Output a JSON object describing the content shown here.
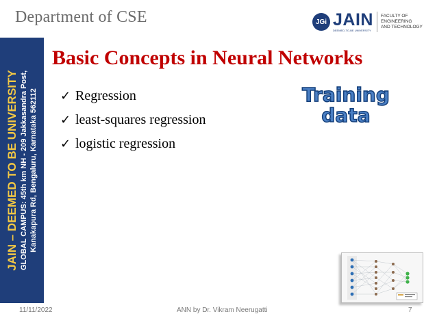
{
  "header": {
    "department": "Department of CSE",
    "logo": {
      "badge_text": "JGi",
      "brand": "JAIN",
      "brand_sub": "DEEMED-TO-BE UNIVERSITY",
      "faculty_lines": [
        "FACULTY OF",
        "ENGINEERING",
        "AND TECHNOLOGY"
      ]
    }
  },
  "sidebar": {
    "line1": "JAIN – DEEMED TO BE UNIVERSITY",
    "line2": "GLOBAL CAMPUS: 45th km NH - 209 Jakkasandra Post,",
    "line3": "Kanakapura Rd, Bengaluru, Karnataka 562112"
  },
  "slide": {
    "title": "Basic Concepts in Neural Networks",
    "bullets": [
      "Regression",
      "least-squares regression",
      "logistic regression"
    ],
    "callout": [
      "Training",
      "data"
    ]
  },
  "footer": {
    "date": "11/11/2022",
    "center": "ANN by Dr. Vikram Neerugatti",
    "page": "7"
  },
  "colors": {
    "sidebar_bg": "#1f3e7a",
    "sidebar_highlight": "#f2c744",
    "title": "#c00000",
    "callout_fill": "#4a7fc4"
  },
  "icons": [
    "check-icon",
    "neural-network-diagram"
  ]
}
